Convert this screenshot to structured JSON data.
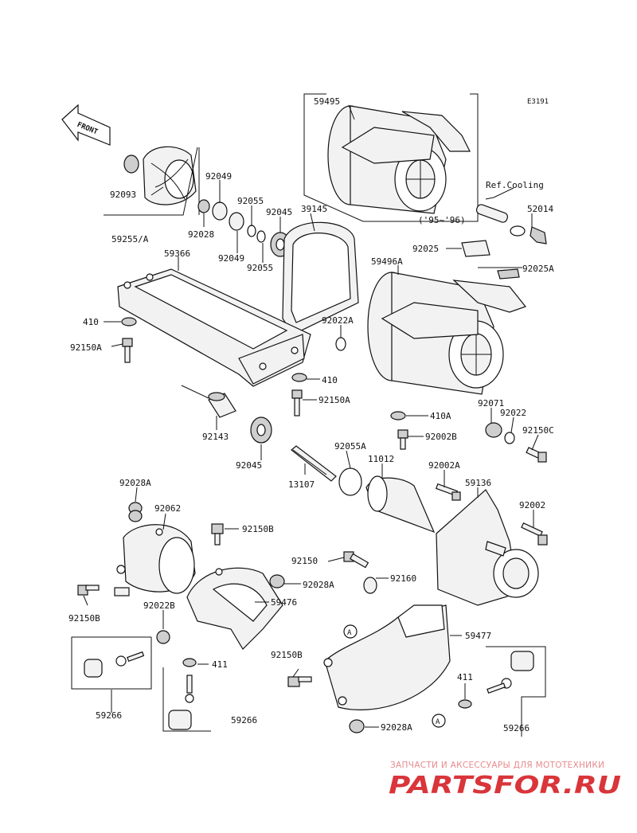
{
  "diagram": {
    "code": "E3191",
    "front_label": "FRONT",
    "ref_cooling": "Ref.Cooling",
    "year_note": "('95~'96)",
    "callout_a": "A",
    "labels": {
      "p59495": "59495",
      "p92049a": "92049",
      "p92093": "92093",
      "p92055a": "92055",
      "p92045a": "92045",
      "p39145": "39145",
      "p92028a": "92028",
      "p59255a": "59255/A",
      "p92049b": "92049",
      "p92055b": "92055",
      "p52014": "52014",
      "p92025": "92025",
      "p59366": "59366",
      "p59496a": "59496A",
      "p92025a": "92025A",
      "p410a": "410",
      "p92022a": "92022A",
      "p92150a": "92150A",
      "p410b": "410",
      "p92150a2": "92150A",
      "p92143": "92143",
      "p410a2": "410A",
      "p92071": "92071",
      "p92022": "92022",
      "p92150c": "92150C",
      "p92002b": "92002B",
      "p92045b": "92045",
      "p92055a2": "92055A",
      "p11012": "11012",
      "p92002a": "92002A",
      "p13107": "13107",
      "p59136": "59136",
      "p92028a2": "92028A",
      "p92062": "92062",
      "p92002": "92002",
      "p92150b": "92150B",
      "p92150": "92150",
      "p92160": "92160",
      "p92028a3": "92028A",
      "p59476": "59476",
      "p92150b2": "92150B",
      "p92022b": "92022B",
      "p59477": "59477",
      "p411a": "411",
      "p92150b3": "92150B",
      "p411b": "411",
      "p59266a": "59266",
      "p59266b": "59266",
      "p92028a4": "92028A",
      "p59266c": "59266"
    }
  },
  "watermark": {
    "tagline": "ЗАПЧАСТИ И АКСЕССУАРЫ ДЛЯ МОТОТЕХНИКИ",
    "brand": "PARTSFOR.RU"
  },
  "colors": {
    "line": "#111111",
    "watermark": "#d9353a",
    "watermark_light": "#e88a8d"
  }
}
